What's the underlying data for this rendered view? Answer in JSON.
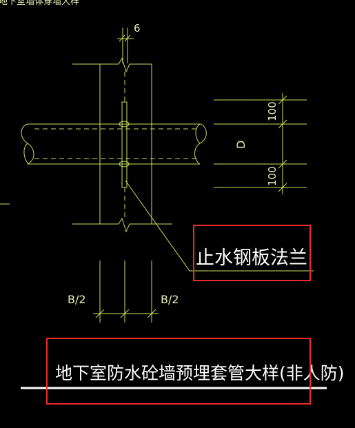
{
  "drawing": {
    "header_text": "地下室墙体穿墙大样",
    "dim_top": "6",
    "dim_upper": "100",
    "dim_lower": "100",
    "dim_diameter": "D",
    "dim_left_half": "B/2",
    "dim_right_half": "B/2",
    "label_flange": "止水钢板法兰",
    "title": "地下室防水砼墙预埋套管大样(非人防)"
  },
  "colors": {
    "background": "#000000",
    "line": "#c8e05a",
    "highlight": "#ee2a2a",
    "title_underline": "#ffffff"
  }
}
